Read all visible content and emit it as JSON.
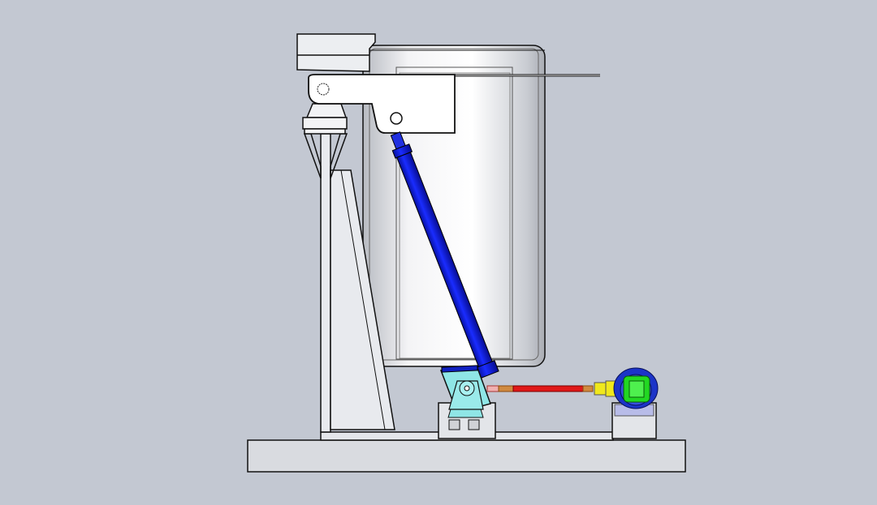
{
  "colors": {
    "background": "#c3c8d2",
    "outline": "#111111",
    "cylinder": "#0a14d8",
    "gearbox": "#8fe6e6",
    "shaft": "#e01818",
    "coupling": "#f0e81c",
    "motor_body": "#22d822",
    "motor_housing": "#1c34c8",
    "tank": "#f2f2f4",
    "base": "#d8dadf"
  },
  "icons": [
    "hydraulic-cylinder",
    "gearbox",
    "drive-shaft",
    "motor",
    "tank",
    "lever-arm"
  ]
}
